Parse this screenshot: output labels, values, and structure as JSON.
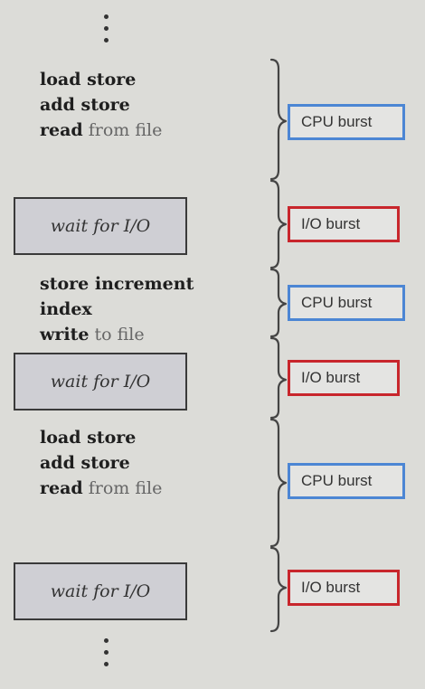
{
  "blocks": [
    {
      "kind": "code",
      "lines": [
        {
          "kw": "load store",
          "rest": ""
        },
        {
          "kw": "add store",
          "rest": ""
        },
        {
          "kw": "read",
          "rest": " from file"
        }
      ],
      "burst": "CPU burst",
      "burst_type": "cpu"
    },
    {
      "kind": "wait",
      "label": "wait for I/O",
      "burst": "I/O burst",
      "burst_type": "io"
    },
    {
      "kind": "code",
      "lines": [
        {
          "kw": "store increment",
          "rest": ""
        },
        {
          "kw": "index",
          "rest": ""
        },
        {
          "kw": "write",
          "rest": " to file"
        }
      ],
      "burst": "CPU burst",
      "burst_type": "cpu"
    },
    {
      "kind": "wait",
      "label": "wait for I/O",
      "burst": "I/O burst",
      "burst_type": "io"
    },
    {
      "kind": "code",
      "lines": [
        {
          "kw": "load store",
          "rest": ""
        },
        {
          "kw": "add store",
          "rest": ""
        },
        {
          "kw": "read",
          "rest": " from file"
        }
      ],
      "burst": "CPU burst",
      "burst_type": "cpu"
    },
    {
      "kind": "wait",
      "label": "wait for I/O",
      "burst": "I/O burst",
      "burst_type": "io"
    }
  ],
  "colors": {
    "cpu_border": "#4c86d4",
    "io_border": "#c8262c",
    "brace": "#444444"
  }
}
